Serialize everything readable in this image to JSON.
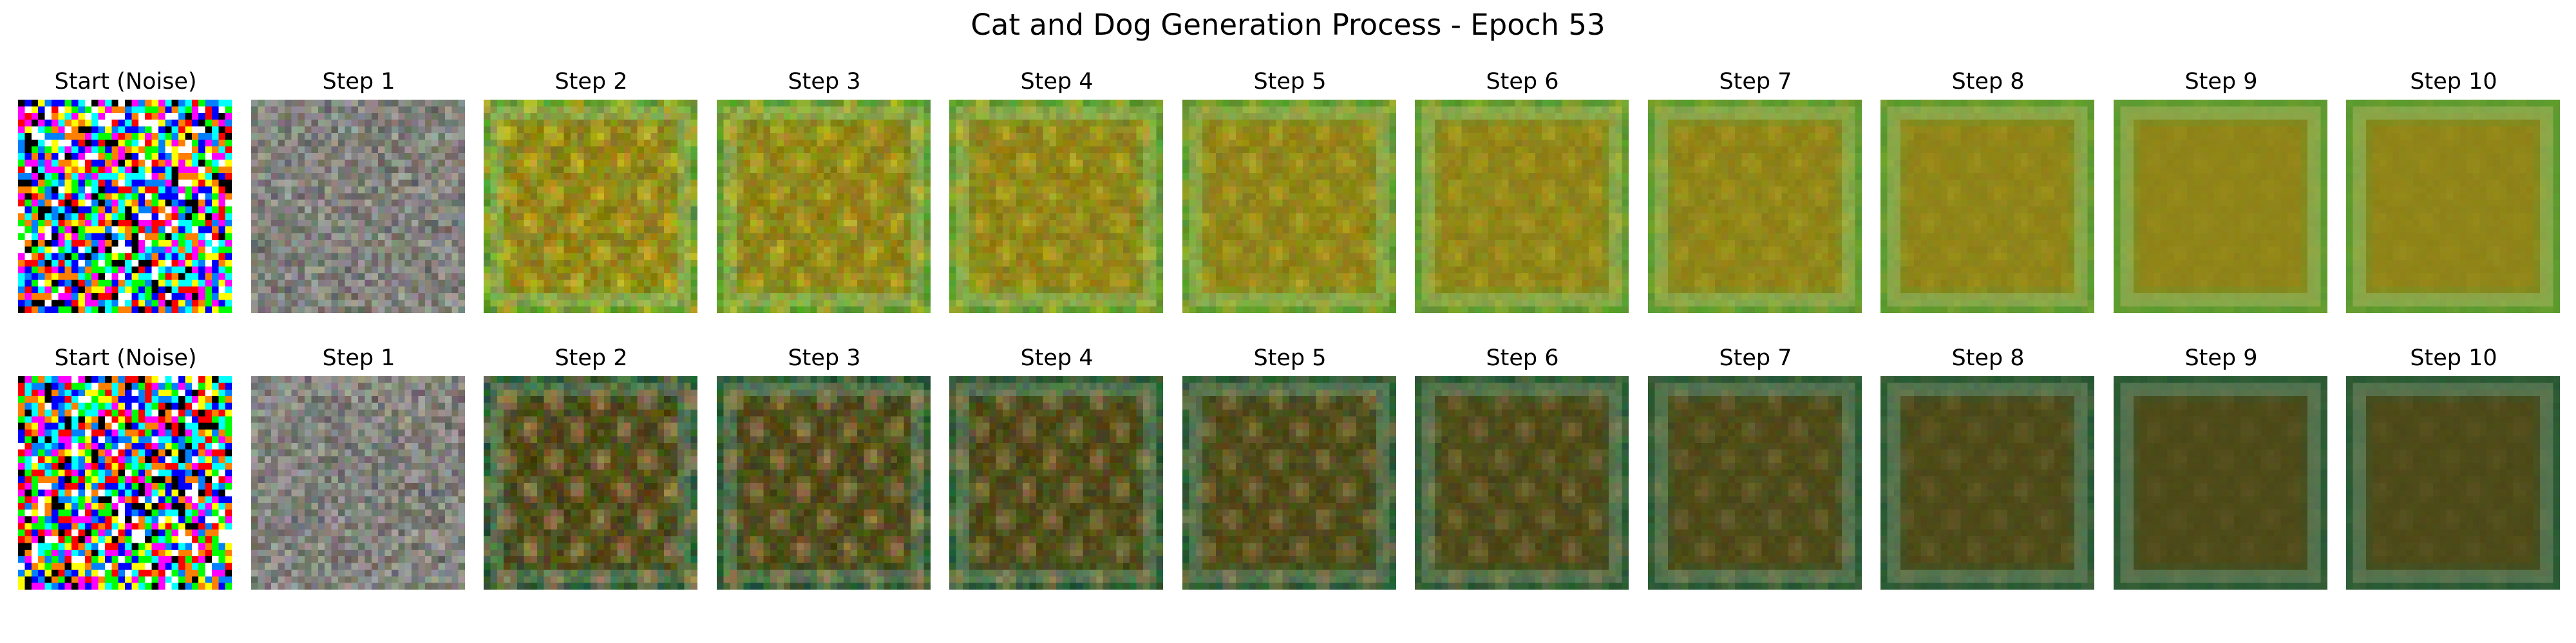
{
  "title": "Cat and Dog Generation Process - Epoch 53",
  "rows": [
    {
      "panels": [
        {
          "label": "Start (Noise)",
          "kind": "noise"
        },
        {
          "label": "Step 1",
          "kind": "gray"
        },
        {
          "label": "Step 2",
          "kind": "gen"
        },
        {
          "label": "Step 3",
          "kind": "gen"
        },
        {
          "label": "Step 4",
          "kind": "gen"
        },
        {
          "label": "Step 5",
          "kind": "gen"
        },
        {
          "label": "Step 6",
          "kind": "gen"
        },
        {
          "label": "Step 7",
          "kind": "gen"
        },
        {
          "label": "Step 8",
          "kind": "gen"
        },
        {
          "label": "Step 9",
          "kind": "gen"
        },
        {
          "label": "Step 10",
          "kind": "gen"
        }
      ],
      "palette": {
        "center": "#8f8418",
        "border": "#5d9a2f",
        "frame": "#9fbb6a",
        "detail": "#c9b62a"
      }
    },
    {
      "panels": [
        {
          "label": "Start (Noise)",
          "kind": "noise"
        },
        {
          "label": "Step 1",
          "kind": "gray"
        },
        {
          "label": "Step 2",
          "kind": "gen"
        },
        {
          "label": "Step 3",
          "kind": "gen"
        },
        {
          "label": "Step 4",
          "kind": "gen"
        },
        {
          "label": "Step 5",
          "kind": "gen"
        },
        {
          "label": "Step 6",
          "kind": "gen"
        },
        {
          "label": "Step 7",
          "kind": "gen"
        },
        {
          "label": "Step 8",
          "kind": "gen"
        },
        {
          "label": "Step 9",
          "kind": "gen"
        },
        {
          "label": "Step 10",
          "kind": "gen"
        }
      ],
      "palette": {
        "center": "#4d4a18",
        "border": "#2a5a34",
        "frame": "#6f8f70",
        "detail": "#a88a5a"
      }
    }
  ]
}
